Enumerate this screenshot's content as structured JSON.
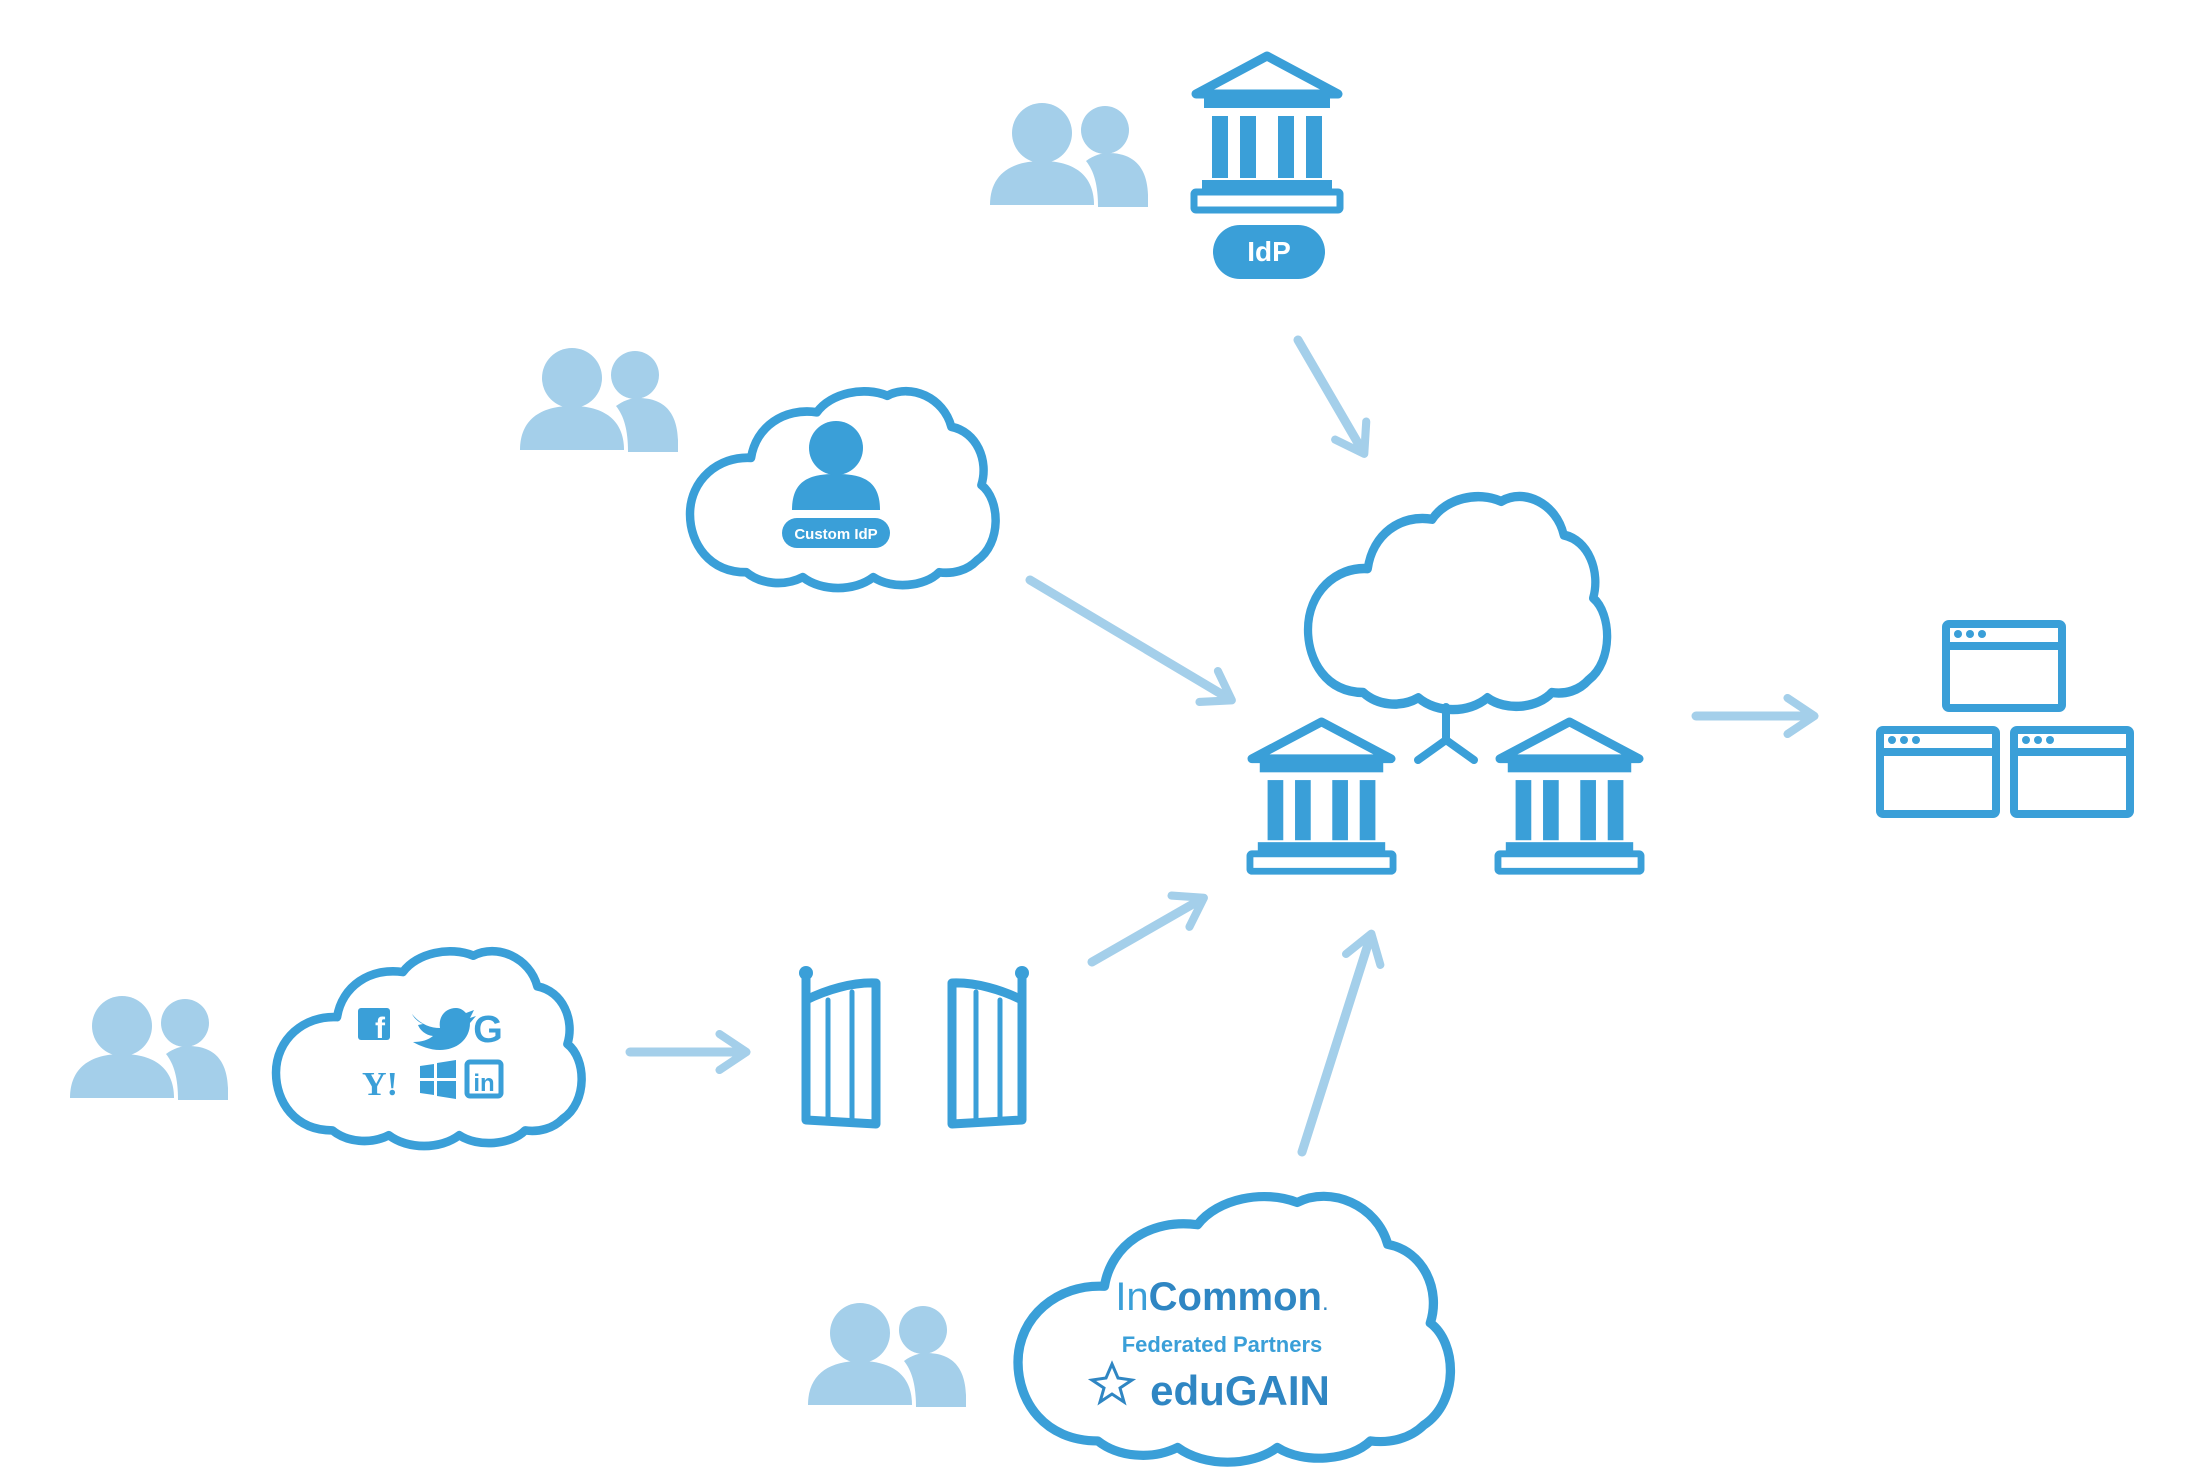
{
  "labels": {
    "idp": "IdP",
    "custom_idp": "Custom IdP",
    "incommon_in": "In",
    "incommon_common": "Common",
    "incommon_mark": ".",
    "federated_partners": "Federated Partners",
    "edugain": "eduGAIN"
  },
  "social_icons": [
    "facebook-icon",
    "twitter-icon",
    "google-icon",
    "yahoo-icon",
    "windows-icon",
    "linkedin-icon"
  ],
  "social_glyphs": {
    "facebook": "f",
    "google": "G",
    "yahoo": "Y!",
    "linkedin": "in"
  },
  "colors": {
    "primary": "#3a9fd8",
    "users": "#a4cfea",
    "arrows": "#a4cfea",
    "edugain_text": "#2f86c3"
  }
}
